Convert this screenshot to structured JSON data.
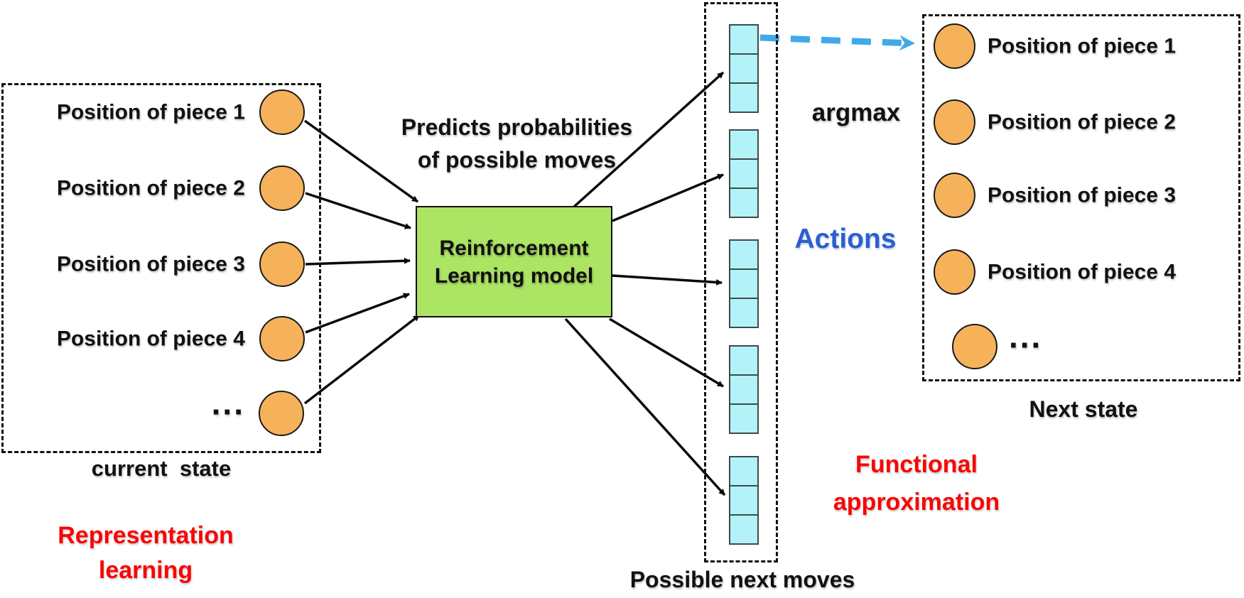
{
  "diagram_title": "Reinforcement Learning model diagram",
  "colors": {
    "node_fill": "#f6b25a",
    "model_fill": "#ace464",
    "move_square_fill": "#b4f2f9",
    "red_label": "#fb0505",
    "actions_blue": "#2c5fce",
    "argmax_arrow_blue": "#41a9e8",
    "arrow_black": "#0a0a0a"
  },
  "left_box": {
    "rows": [
      {
        "label": "Position of piece 1"
      },
      {
        "label": "Position of piece 2"
      },
      {
        "label": "Position of piece 3"
      },
      {
        "label": "Position of piece 4"
      }
    ],
    "ellipsis": "...",
    "caption": "current  state"
  },
  "representation_label": {
    "line1": "Representation",
    "line2": "learning"
  },
  "predicts_label": {
    "line1": "Predicts probabilities",
    "line2": "of possible moves"
  },
  "model_box": {
    "line1": "Reinforcement",
    "line2": "Learning model"
  },
  "argmax_label": "argmax",
  "actions_label": "Actions",
  "possible_moves_caption": "Possible next moves",
  "functional_label": {
    "line1": "Functional",
    "line2": "approximation"
  },
  "right_box": {
    "rows": [
      {
        "label": "Position of piece 1"
      },
      {
        "label": "Position of piece 2"
      },
      {
        "label": "Position of piece 3"
      },
      {
        "label": "Position of piece 4"
      }
    ],
    "ellipsis": "...",
    "caption": "Next state"
  }
}
